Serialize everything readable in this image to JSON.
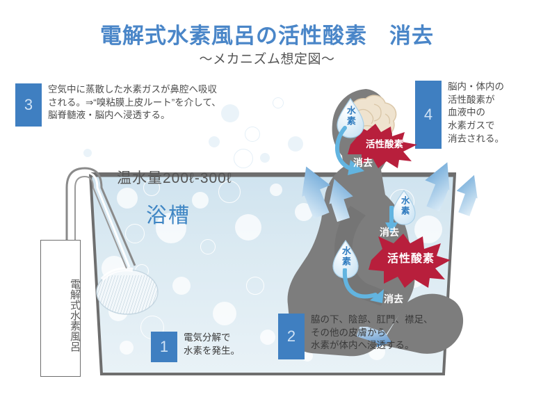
{
  "header": {
    "title": "電解式水素風呂の活性酸素　消去",
    "subtitle": "〜メカニズム想定図〜"
  },
  "colors": {
    "title_blue": "#4a86c8",
    "callout_blue": "#3f7fc1",
    "ros_red": "#b81f3c",
    "hydrogen_blue": "#2f7bbf",
    "water_blue": "#cfe3ef",
    "body_gray": "#7a7a7a"
  },
  "callouts": [
    {
      "number": "1",
      "text": "電気分解で\n水素を発生。"
    },
    {
      "number": "2",
      "text": "脇の下、陰部、肛門、襟足、\nその他の皮膚から\n水素が体内へ浸透する。"
    },
    {
      "number": "3",
      "text": "空気中に蒸散した水素ガスが鼻腔へ吸収\nされる。⇒“嗅粘膜上皮ルート”を介して、\n脳脊髄液・脳内へ浸透する。"
    },
    {
      "number": "4",
      "text": "脳内・体内の\n活性酸素が\n血液中の\n水素ガスで\n消去される。"
    }
  ],
  "tub": {
    "volume_label": "温水量200ℓ-300ℓ",
    "name_label": "浴槽"
  },
  "device": {
    "label": "電解式水素風呂"
  },
  "diagram_labels": {
    "hydrogen": "水素",
    "reactive_oxygen": "活性酸素",
    "erase": "消去"
  },
  "annotations": {
    "head": {
      "hydrogen": "水素",
      "reactive_oxygen": "活性酸素",
      "erase": "消去"
    },
    "neck": {
      "hydrogen": "水素",
      "erase": "消去"
    },
    "torso": {
      "hydrogen": "水素",
      "reactive_oxygen": "活性酸素",
      "erase": "消去"
    }
  }
}
